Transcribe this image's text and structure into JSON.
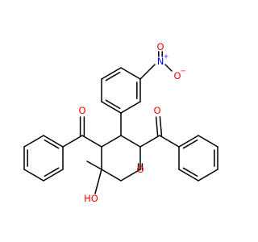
{
  "colors": {
    "bond": "#000000",
    "oxygen": "#ff0000",
    "nitrogen": "#0000ff"
  },
  "atoms": [
    {
      "id": "n1",
      "element": "N",
      "text": "N",
      "color": "#0000ff",
      "charge": "+"
    },
    {
      "id": "o1",
      "element": "O",
      "text": "O",
      "color": "#ff0000",
      "charge": ""
    },
    {
      "id": "o2",
      "element": "O",
      "text": "O",
      "color": "#ff0000",
      "charge": "−"
    },
    {
      "id": "o3",
      "element": "O",
      "text": "O",
      "color": "#ff0000",
      "charge": ""
    },
    {
      "id": "o4",
      "element": "O",
      "text": "O",
      "color": "#ff0000",
      "charge": ""
    },
    {
      "id": "o5",
      "element": "O",
      "text": "O",
      "color": "#ff0000",
      "charge": ""
    },
    {
      "id": "o6",
      "element": "O",
      "text": "HO",
      "color": "#ff0000",
      "charge": ""
    }
  ]
}
